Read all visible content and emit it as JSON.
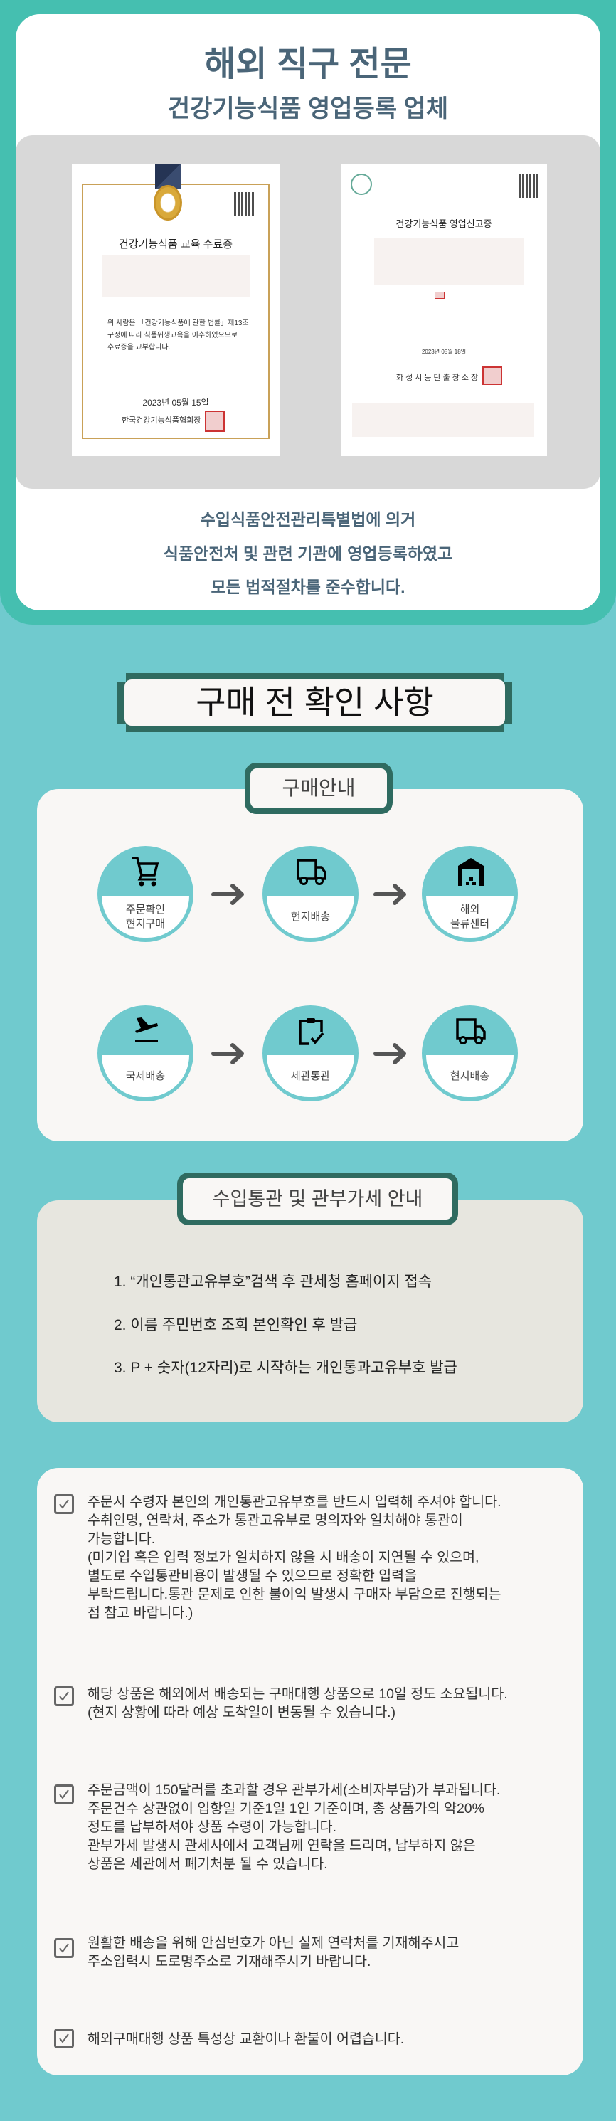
{
  "header": {
    "title": "해외 직구 전문",
    "subtitle": "건강기능식품 영업등록 업체"
  },
  "certificates": {
    "left": {
      "title": "건강기능식품 교육 수료증",
      "body": "위 사람은 「건강기능식품에 관한 법률」제13조\n구정에 따라 식품위생교육을 이수하였으므로\n수료증을 교부합니다.",
      "date": "2023년 05월 15일",
      "issuer": "한국건강기능식품협회장"
    },
    "right": {
      "title": "건강기능식품 영업신고증",
      "date": "2023년 05월 18일",
      "issuer": "화성시동탄출장소장"
    }
  },
  "compliance_note": [
    "수입식품안전관리특별법에 의거",
    "식품안전처 및 관련 기관에 영업등록하였고",
    "모든 법적절차를 준수합니다."
  ],
  "section_title": "구매 전 확인 사항",
  "purchase_guide": {
    "tab_label": "구매안내",
    "steps": [
      {
        "icon": "cart-icon",
        "label": "주문확인\n현지구매"
      },
      {
        "icon": "truck-icon",
        "label": "현지배송"
      },
      {
        "icon": "warehouse-icon",
        "label": "해외\n물류센터"
      },
      {
        "icon": "airplane-icon",
        "label": "국제배송"
      },
      {
        "icon": "clipboard-check-icon",
        "label": "세관통관"
      },
      {
        "icon": "truck-icon",
        "label": "현지배송"
      }
    ]
  },
  "customs": {
    "tab_label": "수입통관 및 관부가세 안내",
    "steps": [
      "1.  “개인통관고유부호”검색 후 관세청 홈페이지 접속",
      "2. 이름 주민번호 조회 본인확인 후 발급",
      "3. P + 숫자(12자리)로 시작하는 개인통과고유부호 발급"
    ]
  },
  "notices": [
    "주문시 수령자 본인의 개인통관고유부호를 반드시 입력해 주셔야 합니다.\n수취인명, 연락처, 주소가 통관고유부로 명의자와 일치해야 통관이\n가능합니다.\n(미기입 혹은 입력 정보가 일치하지 않을 시 배송이 지연될 수 있으며,\n별도로 수입통관비용이 발생될 수 있으므로 정확한 입력을\n부탁드립니다.통관 문제로 인한 불이익 발생시 구매자 부담으로 진행되는\n점 참고 바랍니다.)",
    "해당 상품은 해외에서 배송되는 구매대행 상품으로 10일 정도 소요됩니다.\n(현지 상황에 따라 예상 도착일이 변동될 수 있습니다.)",
    "주문금액이 150달러를 초과할 경우 관부가세(소비자부담)가 부과됩니다.\n주문건수 상관없이 입항일 기준1일 1인 기준이며, 총 상품가의 약20%\n정도를 납부하셔야 상품 수령이 가능합니다.\n관부가세 발생시 관세사에서 고객님께 연락을 드리며, 납부하지 않은\n상품은 세관에서 폐기처분 될 수 있습니다.",
    "원활한 배송을 위해 안심번호가 아닌 실제 연락처를 기재해주시고\n주소입력시 도로명주소로 기재해주시기 바랍니다.",
    "해외구매대행 상품 특성상 교환이나 환불이 어렵습니다."
  ],
  "colors": {
    "frame_teal": "#45bfb0",
    "background": "#70cace",
    "heading_text": "#4a6578",
    "banner_green": "#2f6b60",
    "card_bg": "#f9f7f5",
    "customs_card_bg": "#e7e6df"
  }
}
